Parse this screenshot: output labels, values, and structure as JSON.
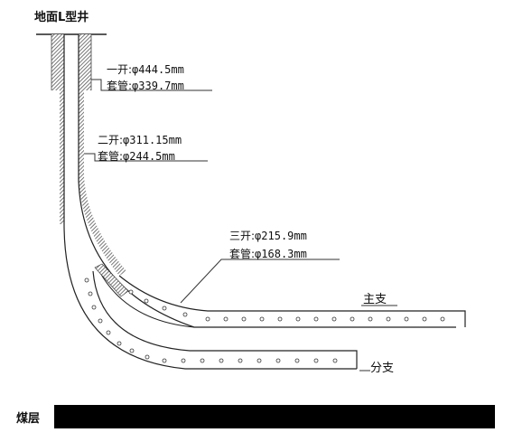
{
  "title": "地面L型井",
  "stages": [
    {
      "drill_prefix": "一开:",
      "drill_value": "φ444.5mm",
      "casing_prefix": "套管:",
      "casing_value": "φ339.7mm"
    },
    {
      "drill_prefix": "二开:",
      "drill_value": "φ311.15mm",
      "casing_prefix": "套管:",
      "casing_value": "φ244.5mm"
    },
    {
      "drill_prefix": "三开:",
      "drill_value": "φ215.9mm",
      "casing_prefix": "套管:",
      "casing_value": "φ168.3mm"
    }
  ],
  "branches": {
    "main": "主支",
    "secondary": "分支"
  },
  "coal_seam": {
    "label": "煤层",
    "color": "#000000"
  }
}
